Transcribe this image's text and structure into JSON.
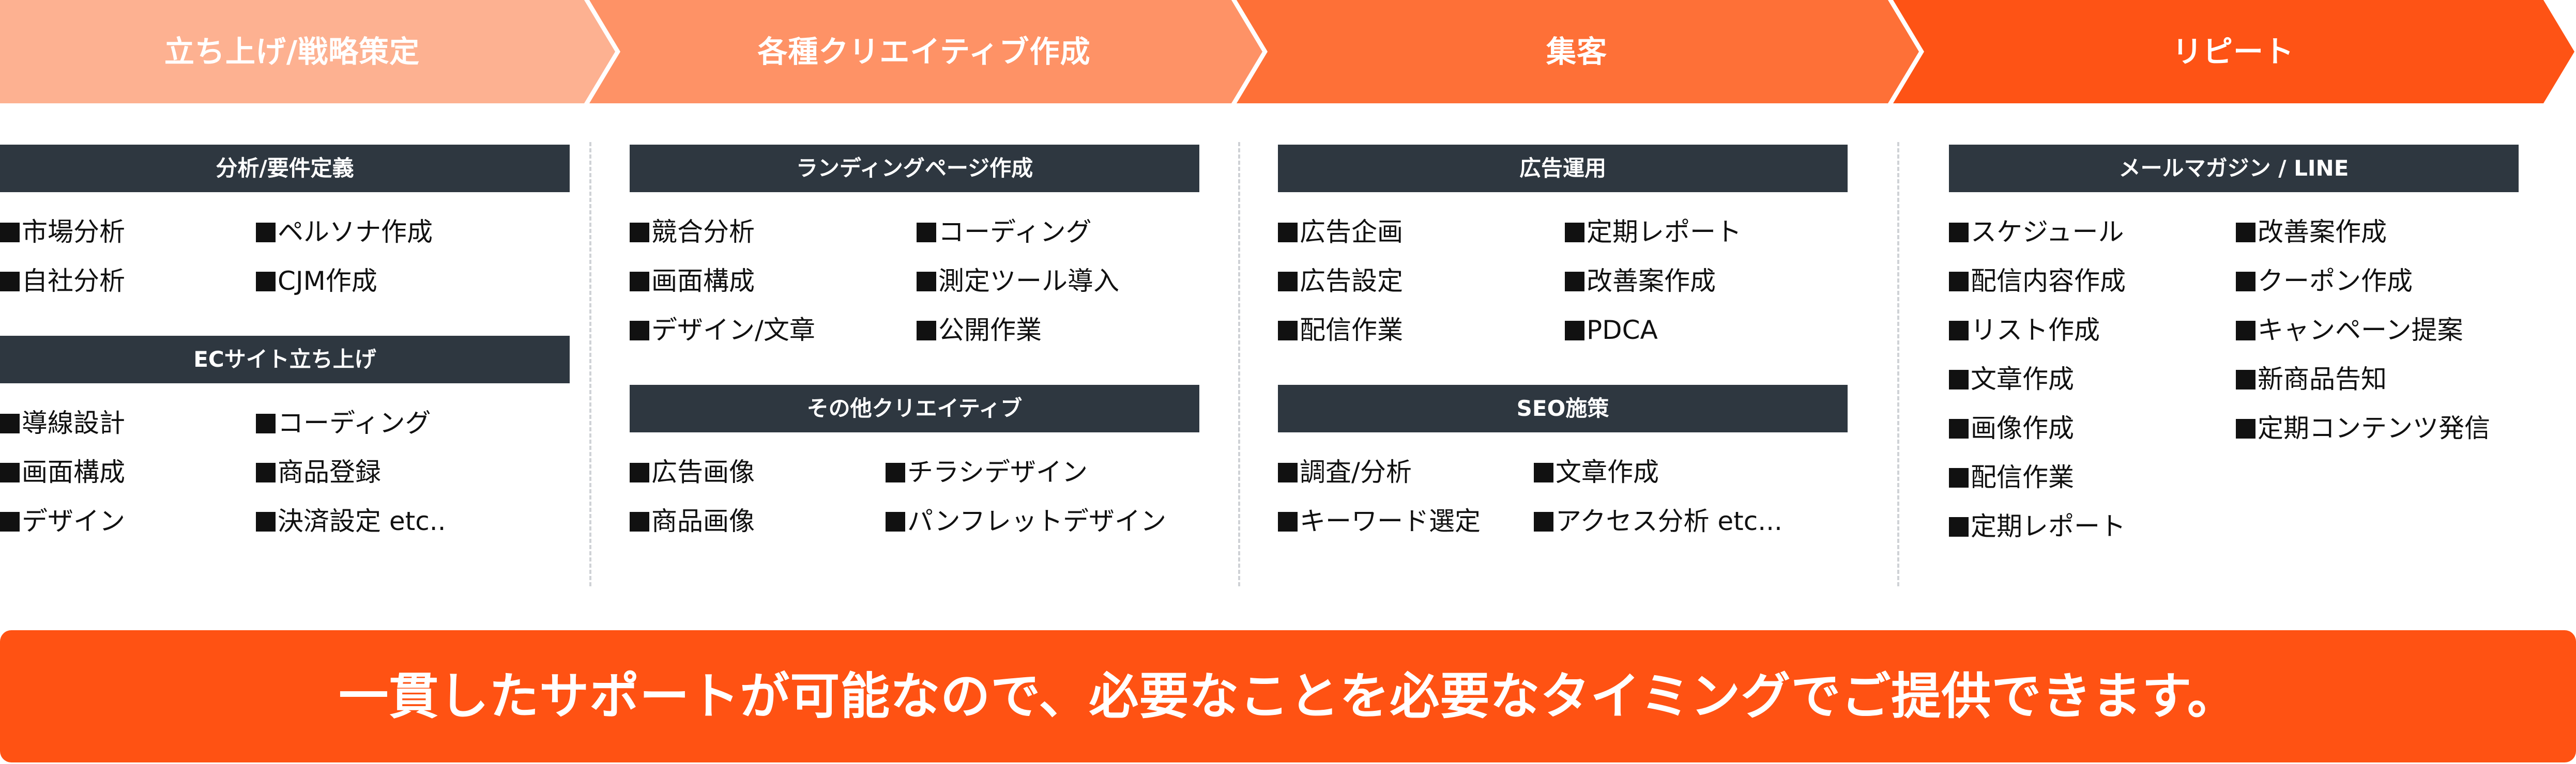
{
  "steps": [
    {
      "label": "立ち上げ/戦略策定",
      "color": "#fdb191"
    },
    {
      "label": "各種クリエイティブ作成",
      "color": "#fe9266"
    },
    {
      "label": "集客",
      "color": "#fe7037"
    },
    {
      "label": "リピート",
      "color": "#fe5315"
    }
  ],
  "columns": [
    {
      "groups": [
        {
          "title": "分析/要件定義",
          "left": [
            "市場分析",
            "自社分析"
          ],
          "right": [
            "ペルソナ作成",
            "CJM作成"
          ]
        },
        {
          "title": "ECサイト立ち上げ",
          "left": [
            "導線設計",
            "画面構成",
            "デザイン"
          ],
          "right": [
            "コーディング",
            "商品登録",
            "決済設定 etc.."
          ]
        }
      ]
    },
    {
      "groups": [
        {
          "title": "ランディングページ作成",
          "left": [
            "競合分析",
            "画面構成",
            "デザイン/文章"
          ],
          "right": [
            "コーディング",
            "測定ツール導入",
            "公開作業"
          ]
        },
        {
          "title": "その他クリエイティブ",
          "left": [
            "広告画像",
            "商品画像"
          ],
          "right": [
            "チラシデザイン",
            "パンフレットデザイン"
          ]
        }
      ]
    },
    {
      "groups": [
        {
          "title": "広告運用",
          "left": [
            "広告企画",
            "広告設定",
            "配信作業"
          ],
          "right": [
            "定期レポート",
            "改善案作成",
            "PDCA"
          ]
        },
        {
          "title": "SEO施策",
          "left": [
            "調査/分析",
            "キーワード選定"
          ],
          "right": [
            "文章作成",
            "アクセス分析 etc..."
          ]
        }
      ]
    },
    {
      "groups": [
        {
          "title": "メールマガジン / LINE",
          "left": [
            "スケジュール",
            "配信内容作成",
            "リスト作成",
            "文章作成",
            "画像作成",
            "配信作業",
            "定期レポート"
          ],
          "right": [
            "改善案作成",
            "クーポン作成",
            "キャンペーン提案",
            "新商品告知",
            "定期コンテンツ発信"
          ]
        }
      ]
    }
  ],
  "banner": {
    "text": "一貫したサポートが可能なので、必要なことを必要なタイミングでご提供できます。",
    "color": "#ff5213"
  },
  "colors": {
    "category_bg": "#2e3740",
    "text": "#111111",
    "divider": "#cfd2d6"
  }
}
